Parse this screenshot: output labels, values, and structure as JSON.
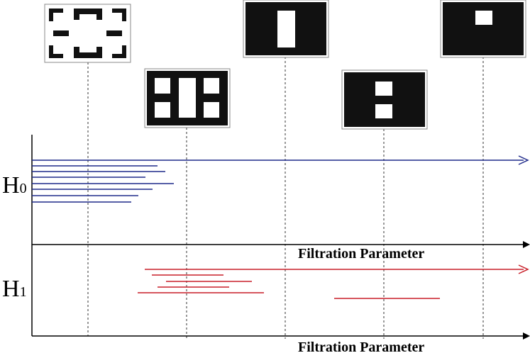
{
  "diagram": {
    "h0_label": "H",
    "h0_subscript": "0",
    "h1_label": "H",
    "h1_subscript": "1",
    "axis_label_top": "Filtration Parameter",
    "axis_label_bottom": "Filtration Parameter",
    "colors": {
      "h0_bars": "#1f2a8a",
      "h1_bars": "#c81e28",
      "axes": "#000000",
      "frame_fill": "#111111",
      "hole_fill": "#ffffff"
    },
    "snapshots_count": 5,
    "h0_bar_count": 8,
    "h1_bar_count": 6
  }
}
